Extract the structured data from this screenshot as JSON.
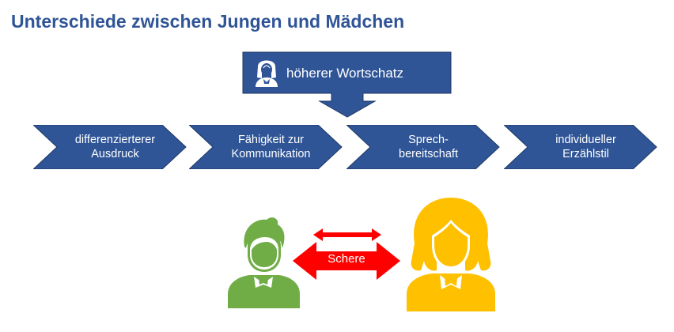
{
  "title": "Unterschiede zwischen Jungen und Mädchen",
  "colors": {
    "title": "#2f5597",
    "box_fill": "#2f5597",
    "box_stroke": "#1f3864",
    "boy": "#70ad47",
    "girl": "#ffc000",
    "arrow": "#ff0000"
  },
  "callout": {
    "icon": "girl-avatar-icon",
    "label": "höherer Wortschatz"
  },
  "steps": [
    {
      "label": "differenzierterer\nAusdruck"
    },
    {
      "label": "Fähigkeit zur\nKommunikation"
    },
    {
      "label": "Sprech-\nbereitschaft"
    },
    {
      "label": "individueller\nErzählstil"
    }
  ],
  "gap": {
    "label": "Schere",
    "left_figure": "boy-figure-icon",
    "right_figure": "girl-figure-icon"
  }
}
